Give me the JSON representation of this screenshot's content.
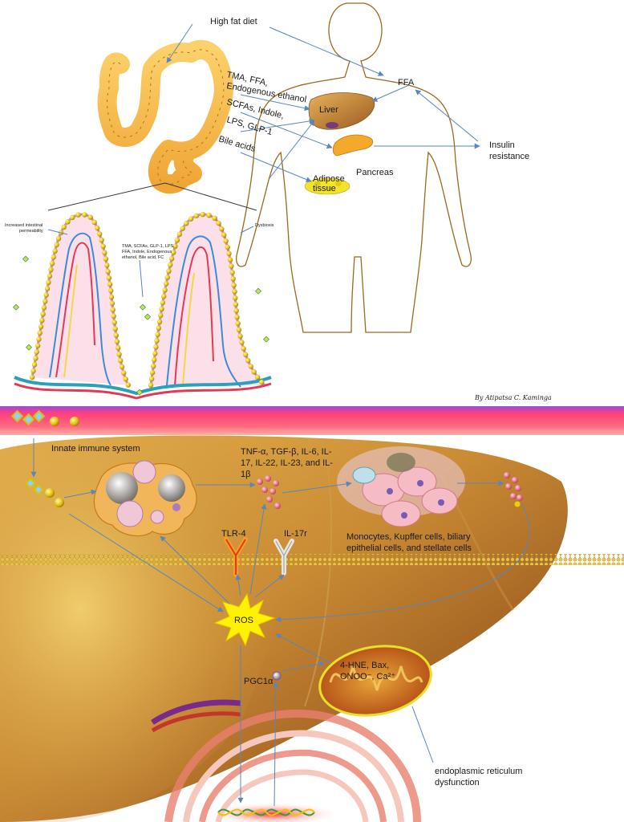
{
  "top": {
    "high_fat_diet": "High fat diet",
    "ffa": "FFA",
    "tma_line1": "TMA, FFA,",
    "tma_line2": "Endogenous ethanol",
    "scfa": "SCFAs, Indole,",
    "lps": "LPS, GLP-1",
    "bile": "Bile acids",
    "liver": "Liver",
    "pancreas": "Pancreas",
    "adipose_line1": "Adipose",
    "adipose_line2": "tissue",
    "insulin_line1": "Insulin",
    "insulin_line2": "resistance"
  },
  "villi": {
    "permeability_line1": "Increased intestinal",
    "permeability_line2": "permeability",
    "dysbiosis": "Dysbiosis",
    "metabolites_line1": "TMA, SCFAs, GLP-1, LPS,",
    "metabolites_line2": "FFA, Indole, Endogenous",
    "metabolites_line3": "ethanol, Bile acid, FC"
  },
  "signature": "By Atipatsa C. Kaminga",
  "bottom": {
    "innate": "Innate immune system",
    "cytokines_line1": "TNF-α, TGF-β, IL-6, IL-",
    "cytokines_line2": "17, IL-22, IL-23, and IL-",
    "cytokines_line3": "1β",
    "tlr4": "TLR-4",
    "il17r": "IL-17r",
    "cells_line1": "Monocytes, Kupffer cells, biliary",
    "cells_line2": "epithelial cells, and stellate cells",
    "ros": "ROS",
    "pgc": "PGC1α",
    "mito_line1": "4-HNE, Bax,",
    "mito_line2": "ONOO⁻, Ca²⁺",
    "er_line1": "endoplasmic reticulum",
    "er_line2": "dysfunction"
  },
  "colors": {
    "gut": "#f7b844",
    "gut_outline": "#b07418",
    "body_outline": "#9a6a1e",
    "liver_top": "#c9873a",
    "liver_bottom": "#8b4a1c",
    "arrow": "#5b86b8",
    "vessel_top": "#ff5a7a",
    "vessel_band": "#a14bd1",
    "ros": "#fff200",
    "membrane": "#e8c447"
  }
}
